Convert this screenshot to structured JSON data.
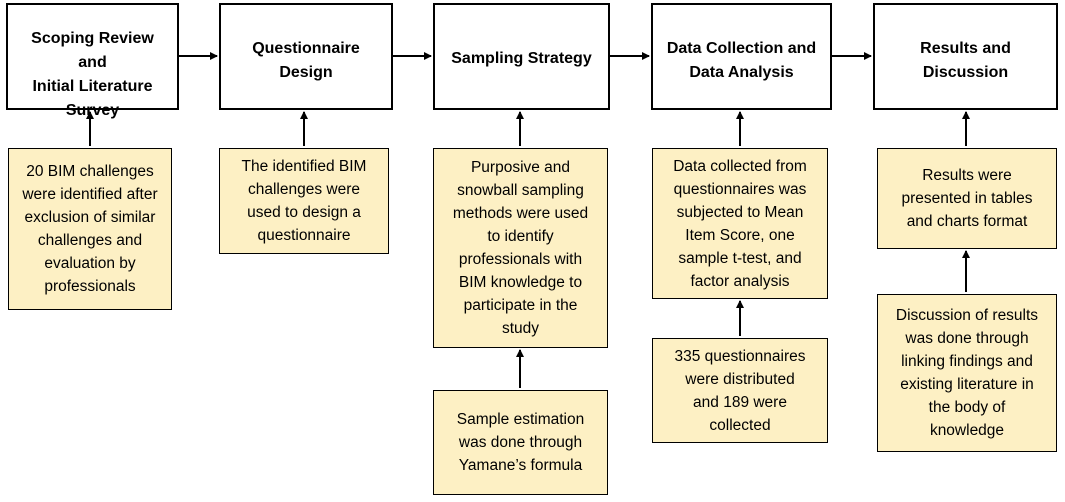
{
  "stages": [
    {
      "id": "scoping",
      "label": "Scoping Review and\nInitial Literature\nSurvey"
    },
    {
      "id": "questionnaire",
      "label": "Questionnaire\nDesign"
    },
    {
      "id": "sampling",
      "label": "Sampling Strategy"
    },
    {
      "id": "data",
      "label": "Data Collection and\nData Analysis"
    },
    {
      "id": "results",
      "label": "Results and\nDiscussion"
    }
  ],
  "notes": {
    "scoping": "20 BIM challenges\nwere identified after\nexclusion of similar\nchallenges and\nevaluation by\nprofessionals",
    "questionnaire": "The identified BIM\nchallenges were\nused to design a\nquestionnaire",
    "sampling": "Purposive and\nsnowball sampling\nmethods were used\nto identify\nprofessionals with\nBIM knowledge to\nparticipate in the\nstudy",
    "sample_estimation": "Sample estimation\nwas done through\nYamane’s formula",
    "data": "Data collected from\nquestionnaires was\nsubjected to Mean\nItem Score, one\nsample t-test, and\nfactor analysis",
    "distribution": "335 questionnaires\nwere distributed\nand 189 were\ncollected",
    "results": "Results were\npresented in tables\nand charts format",
    "discussion": "Discussion of results\nwas done through\nlinking findings and\nexisting literature in\nthe body of\nknowledge"
  },
  "colors": {
    "note_fill": "#fdf0c4",
    "stage_fill": "#ffffff",
    "stroke": "#000000"
  }
}
